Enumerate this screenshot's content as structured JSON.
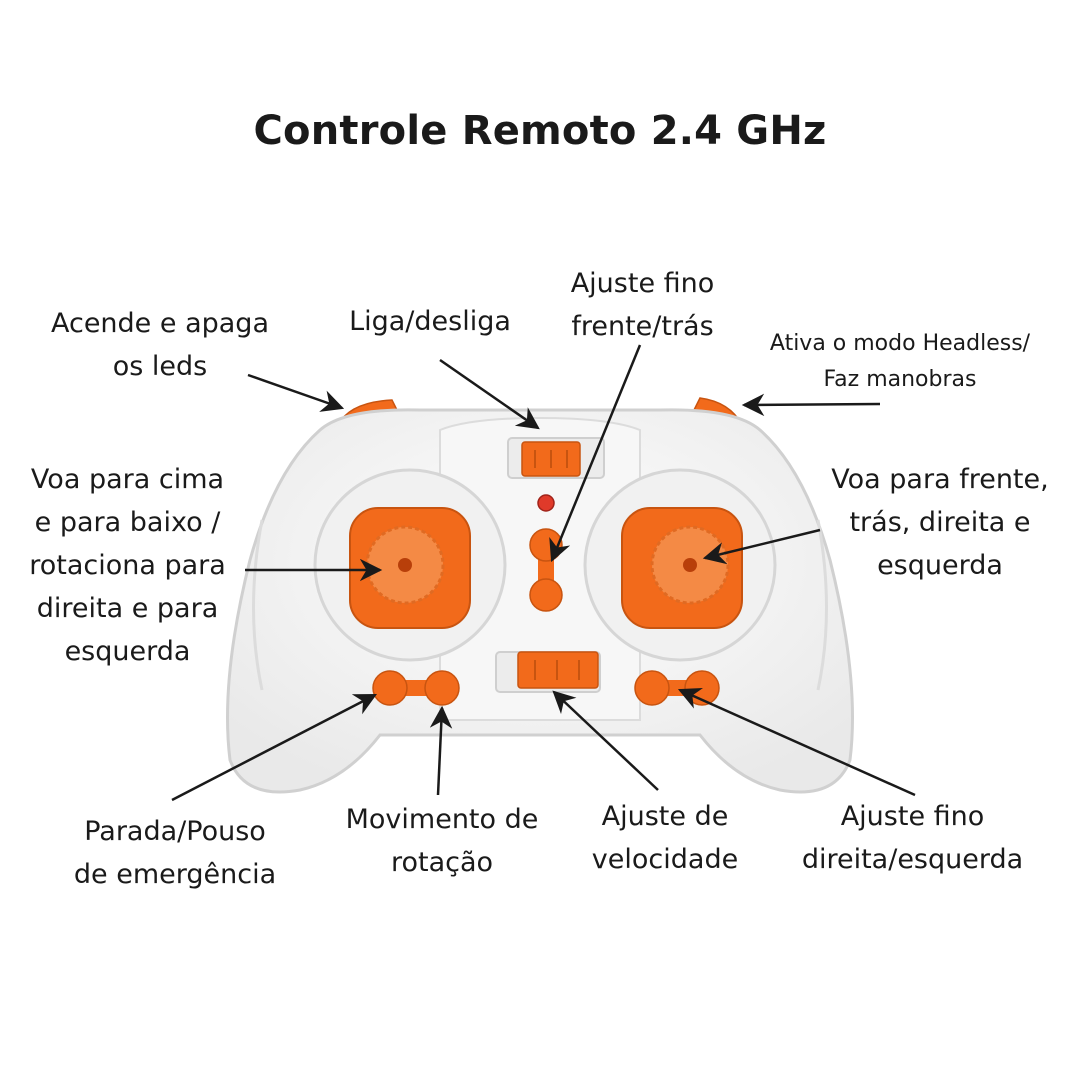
{
  "title": "Controle Remoto 2.4 GHz",
  "colors": {
    "accent": "#f26a1b",
    "body": "#f3f3f3",
    "outline": "#d4d4d4",
    "arrow": "#1a1a1a",
    "led": "#e03a2a"
  },
  "labels": {
    "leds": [
      "Acende e apaga",
      "os leds"
    ],
    "power": [
      "Liga/desliga"
    ],
    "trim_fwd": [
      "Ajuste fino",
      "frente/trás"
    ],
    "headless": [
      "Ativa o modo Headless/",
      "Faz manobras"
    ],
    "left_stick": [
      "Voa para cima",
      "e para baixo /",
      "rotaciona para",
      "direita e para",
      "esquerda"
    ],
    "right_stick": [
      "Voa para frente,",
      "trás, direita e",
      "esquerda"
    ],
    "emergency": [
      "Parada/Pouso",
      "de emergência"
    ],
    "rotation": [
      "Movimento de",
      "rotação"
    ],
    "speed": [
      "Ajuste de",
      "velocidade"
    ],
    "trim_lr": [
      "Ajuste fino",
      "direita/esquerda"
    ]
  }
}
